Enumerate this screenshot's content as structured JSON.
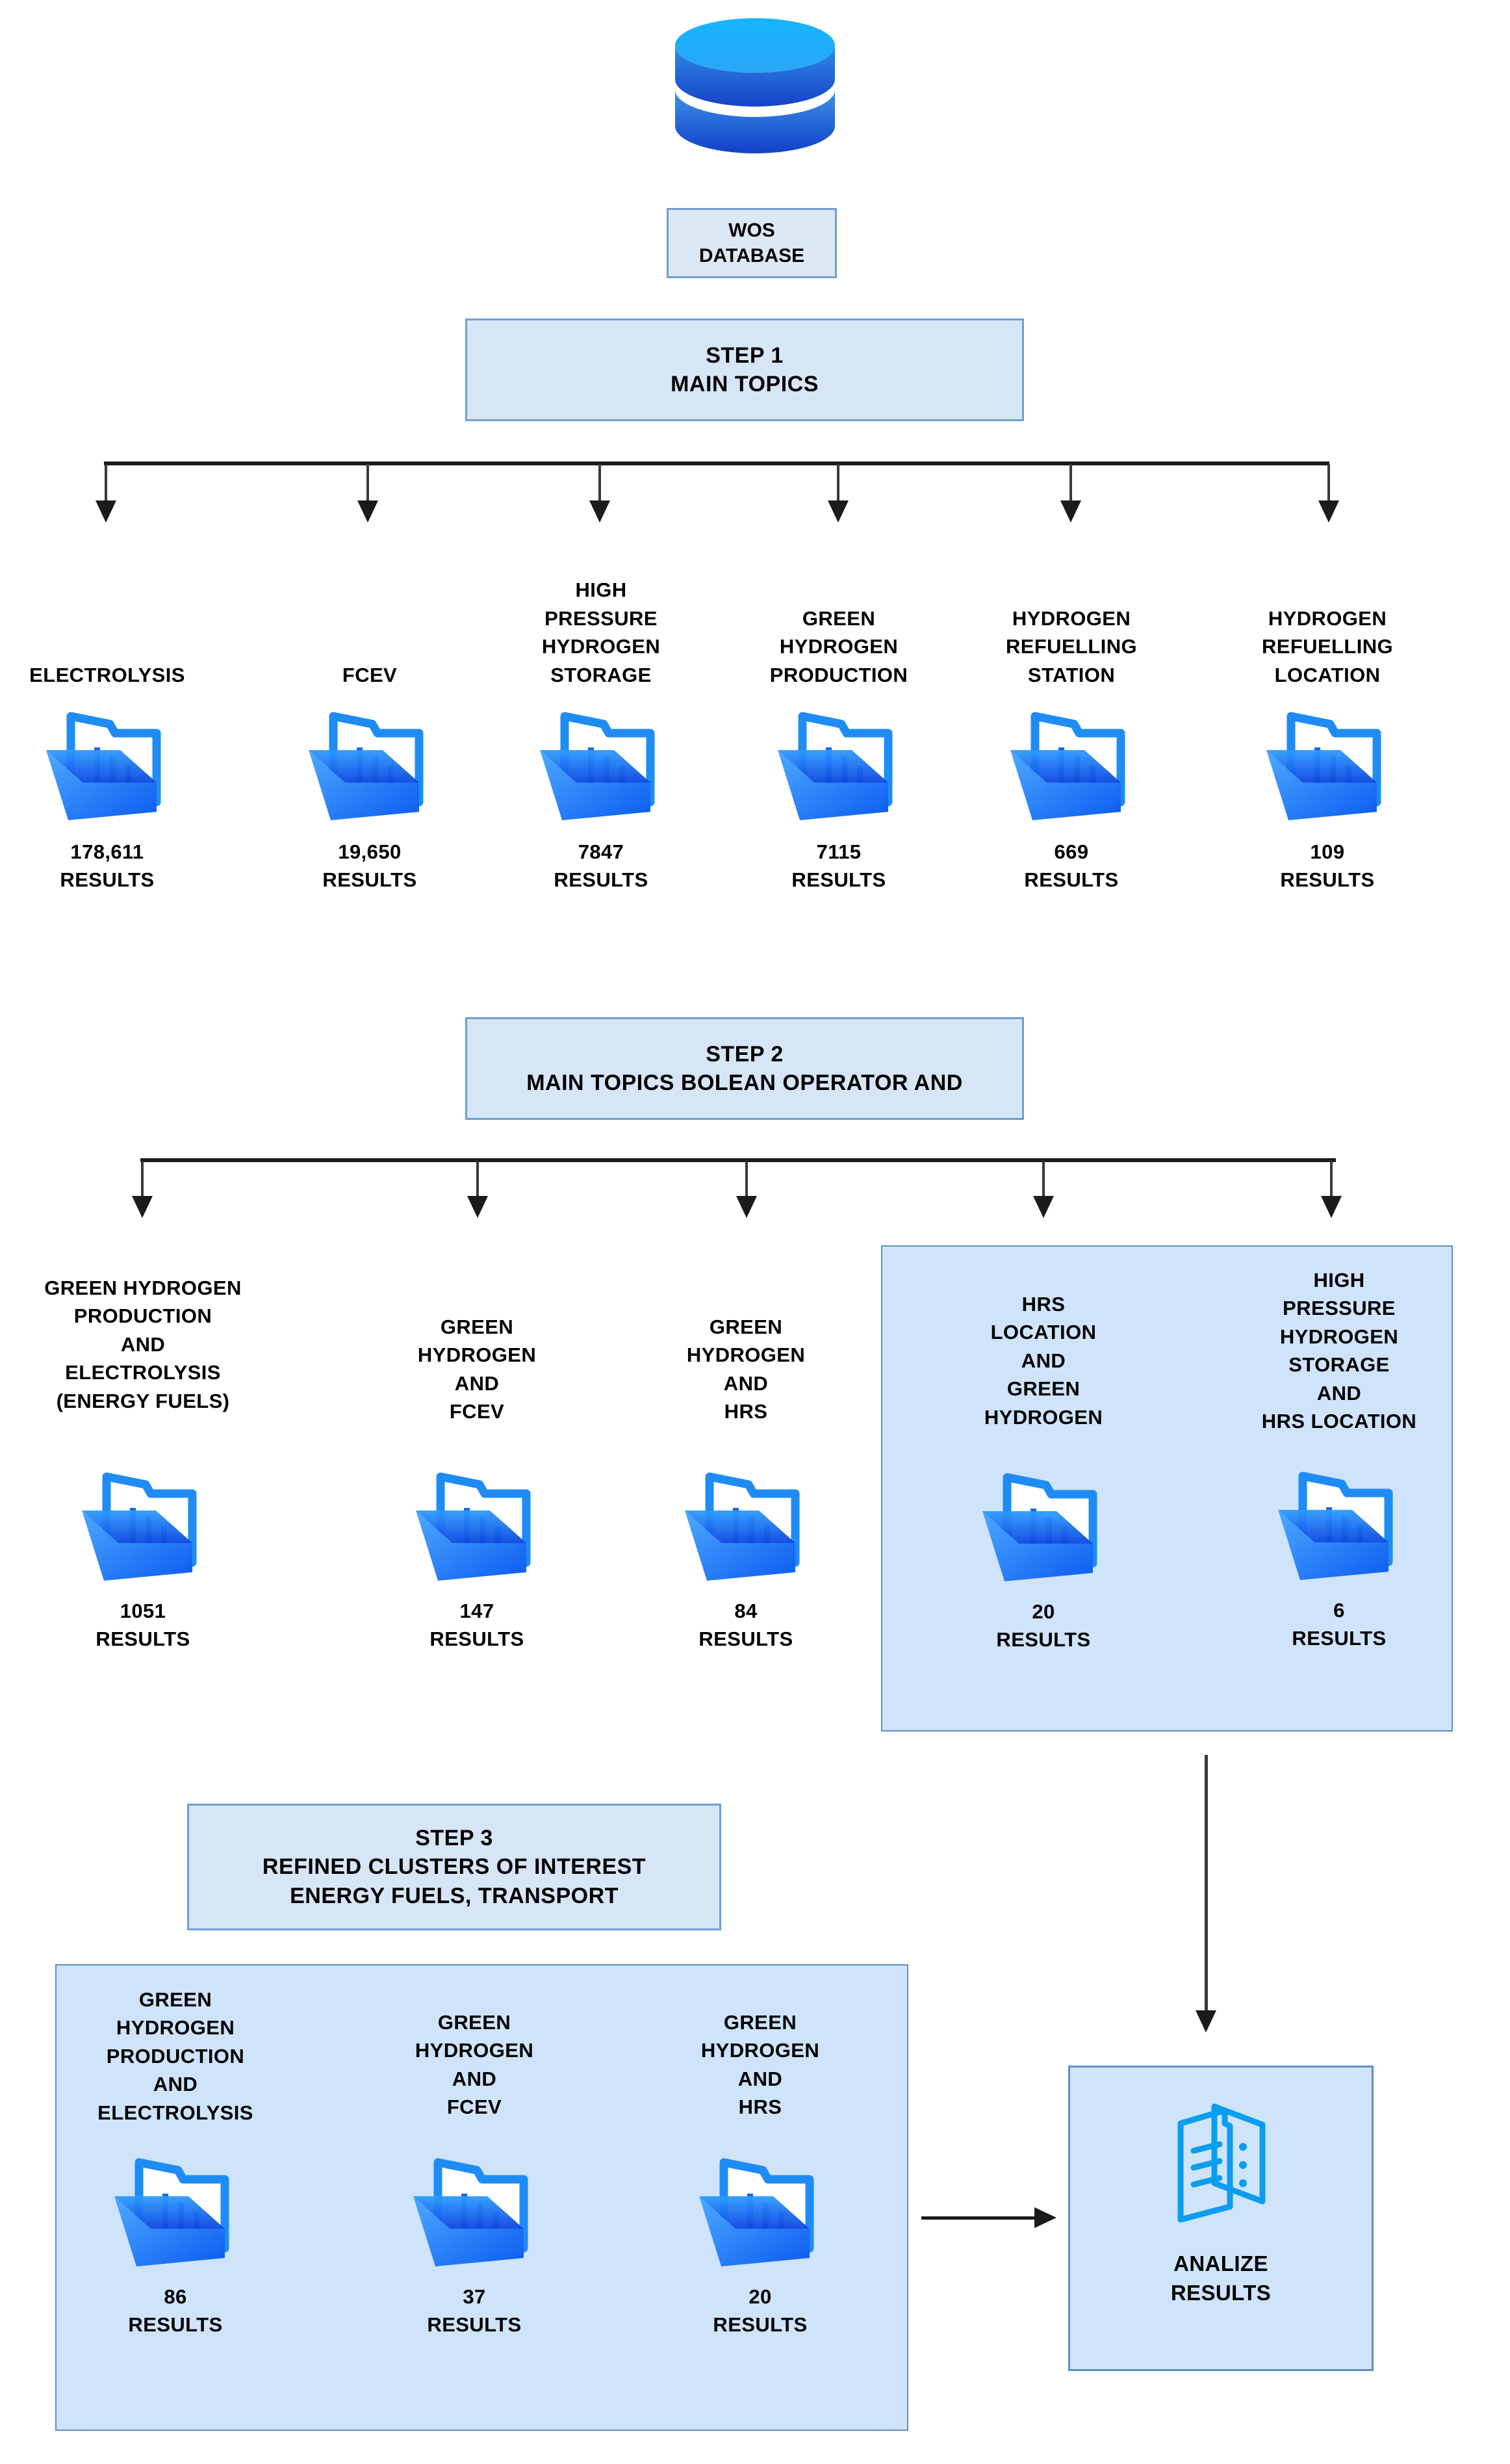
{
  "source": {
    "icon": "database-icon",
    "box_lines": [
      "WOS",
      "DATABASE"
    ]
  },
  "step1": {
    "box_lines": [
      "STEP 1",
      "MAIN TOPICS"
    ],
    "topics": [
      {
        "label": "ELECTROLYSIS",
        "count": "178,611",
        "count_unit": "RESULTS",
        "icon": "folder-chart-icon"
      },
      {
        "label": "FCEV",
        "count": "19,650",
        "count_unit": "RESULTS",
        "icon": "folder-chart-icon"
      },
      {
        "label": "HIGH\nPRESSURE\nHYDROGEN\nSTORAGE",
        "count": "7847",
        "count_unit": "RESULTS",
        "icon": "folder-chart-icon"
      },
      {
        "label": "GREEN\nHYDROGEN\nPRODUCTION",
        "count": "7115",
        "count_unit": "RESULTS",
        "icon": "folder-chart-icon"
      },
      {
        "label": "HYDROGEN\nREFUELLING\nSTATION",
        "count": "669",
        "count_unit": "RESULTS",
        "icon": "folder-chart-icon"
      },
      {
        "label": "HYDROGEN\nREFUELLING\nLOCATION",
        "count": "109",
        "count_unit": "RESULTS",
        "icon": "folder-chart-icon"
      }
    ]
  },
  "step2": {
    "box_lines": [
      "STEP 2",
      "MAIN TOPICS BOLEAN OPERATOR AND"
    ],
    "topics": [
      {
        "label": "GREEN HYDROGEN\nPRODUCTION\nAND\nELECTROLYSIS\n(ENERGY FUELS)",
        "count": "1051",
        "count_unit": "RESULTS",
        "icon": "folder-chart-icon",
        "highlighted": false
      },
      {
        "label": "GREEN\nHYDROGEN\nAND\nFCEV",
        "count": "147",
        "count_unit": "RESULTS",
        "icon": "folder-chart-icon",
        "highlighted": false
      },
      {
        "label": "GREEN\nHYDROGEN\nAND\nHRS",
        "count": "84",
        "count_unit": "RESULTS",
        "icon": "folder-chart-icon",
        "highlighted": false
      },
      {
        "label": "HRS\nLOCATION\nAND\nGREEN\nHYDROGEN",
        "count": "20",
        "count_unit": "RESULTS",
        "icon": "folder-chart-icon",
        "highlighted": true
      },
      {
        "label": "HIGH\nPRESSURE\nHYDROGEN\nSTORAGE\nAND\nHRS LOCATION",
        "count": "6",
        "count_unit": "RESULTS",
        "icon": "folder-chart-icon",
        "highlighted": true
      }
    ]
  },
  "step3": {
    "box_lines": [
      "STEP 3",
      "REFINED CLUSTERS OF INTEREST",
      "ENERGY FUELS, TRANSPORT"
    ],
    "topics": [
      {
        "label": "GREEN\nHYDROGEN\nPRODUCTION\nAND\nELECTROLYSIS",
        "count": "86",
        "count_unit": "RESULTS",
        "icon": "folder-chart-icon"
      },
      {
        "label": "GREEN\nHYDROGEN\nAND\nFCEV",
        "count": "37",
        "count_unit": "RESULTS",
        "icon": "folder-chart-icon"
      },
      {
        "label": "GREEN\nHYDROGEN\nAND\nHRS",
        "count": "20",
        "count_unit": "RESULTS",
        "icon": "folder-chart-icon"
      }
    ]
  },
  "analyze": {
    "icon": "documents-list-icon",
    "label": "ANALIZE\nRESULTS"
  },
  "colors": {
    "box_fill": "#d6e6f7",
    "box_border": "#6f9fd0",
    "panel_fill": "#cfe4fa",
    "panel_border": "#5b8fc4",
    "folder_blue": "#1f8cf5",
    "folder_blue_dark": "#1154d8",
    "connector": "#1b1b1b",
    "text": "#000000"
  }
}
